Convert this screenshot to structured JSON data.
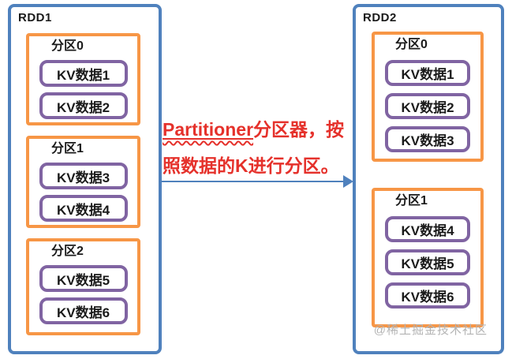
{
  "diagram": {
    "rdd1": {
      "title": "RDD1",
      "partitions": [
        {
          "label": "分区0",
          "items": [
            "KV数据1",
            "KV数据2"
          ]
        },
        {
          "label": "分区1",
          "items": [
            "KV数据3",
            "KV数据4"
          ]
        },
        {
          "label": "分区2",
          "items": [
            "KV数据5",
            "KV数据6"
          ]
        }
      ]
    },
    "rdd2": {
      "title": "RDD2",
      "partitions": [
        {
          "label": "分区0",
          "items": [
            "KV数据1",
            "KV数据2",
            "KV数据3"
          ]
        },
        {
          "label": "分区1",
          "items": [
            "KV数据4",
            "KV数据5",
            "KV数据6"
          ]
        }
      ]
    },
    "annotation": {
      "highlight_word": "Partitioner",
      "line1_rest": "分区器，按",
      "line2": "照数据的K进行分区。"
    },
    "watermark": "@稀土掘金技术社区",
    "colors": {
      "container_border": "#4f81bd",
      "partition_border": "#f79646",
      "item_border": "#8064a2",
      "annotation_text": "#e5312b",
      "arrow": "#4f81bd",
      "watermark_text": "#b3b3b3"
    }
  }
}
